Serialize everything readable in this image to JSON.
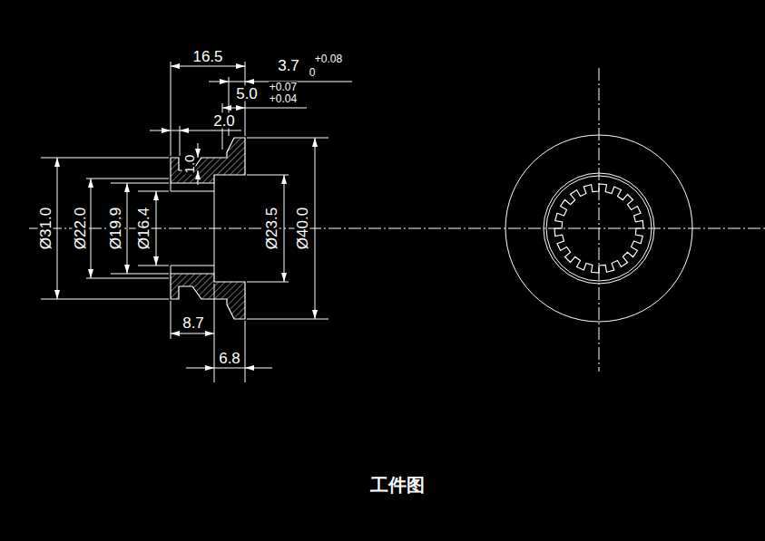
{
  "diagram": {
    "caption": "工件图",
    "labels": [
      "16.5",
      "3.7",
      "+0.08",
      "0",
      "5.0",
      "+0.07",
      "+0.04",
      "2.0",
      "1.0",
      "Ø31.0",
      "Ø22.0",
      "Ø19.9",
      "Ø16.4",
      "Ø23.5",
      "Ø40.0",
      "8.7",
      "6.8"
    ]
  }
}
